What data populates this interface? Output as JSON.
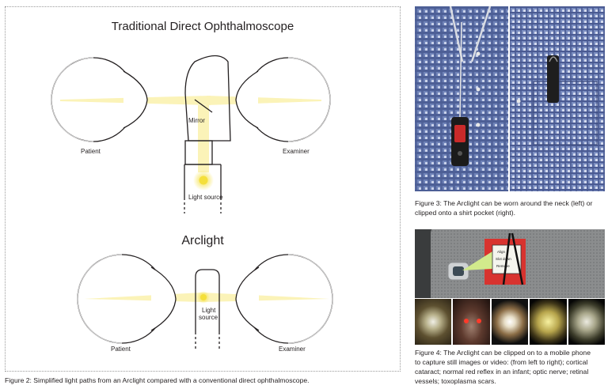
{
  "figure2": {
    "title_top": "Traditional Direct Ophthalmoscope",
    "title_bottom": "Arclight",
    "labels": {
      "mirror": "Mirror",
      "patient": "Patient",
      "examiner": "Examiner",
      "light_source": "Light source",
      "light": "Light",
      "source": "source"
    },
    "caption": "Figure 2: Simplified light paths from an Arclight compared with a conventional direct ophthalmoscope."
  },
  "figure3": {
    "caption_line1": "Figure 3: The Arclight can be worn around the neck (left) or",
    "caption_line2": "clipped onto a shirt pocket (right)."
  },
  "figure4": {
    "callout_lines": [
      "Align",
      "Slot down",
      "Remove"
    ],
    "caption_lines": [
      "Figure 4: The Arclight can be clipped on to a mobile phone",
      "to capture still images or video: (from left to right); cortical",
      "cataract; normal red reflex in an infant; optic nerve; retinal",
      "vessels; toxoplasma scars."
    ]
  },
  "colors": {
    "light_beam": "#fbf3b8",
    "light_bulb": "#f4df3b",
    "shirt_blue": "#5a6fa8"
  }
}
